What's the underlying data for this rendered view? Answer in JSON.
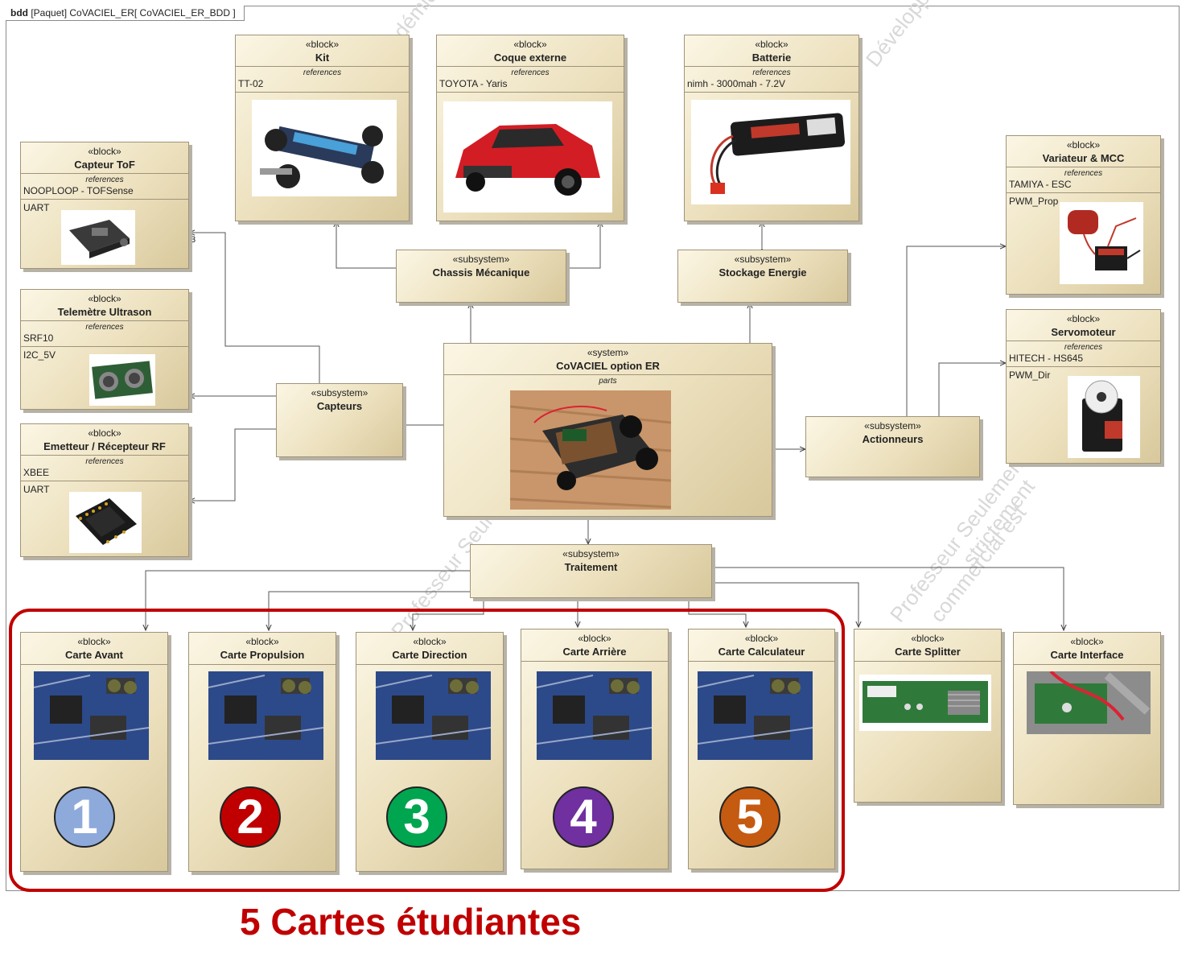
{
  "frame": {
    "kind": "bdd",
    "title": "[Paquet] CoVACIEL_ER[ CoVACIEL_ER_BDD ]"
  },
  "colors": {
    "accent": "#c00000",
    "block_fill": "#ece0bd",
    "block_border": "#a0947a"
  },
  "blocks": {
    "kit": {
      "stereo": "«block»",
      "name": "Kit",
      "compartment": "references",
      "value": "TT-02",
      "icon": "rc-chassis-photo"
    },
    "coque": {
      "stereo": "«block»",
      "name": "Coque externe",
      "compartment": "references",
      "value": "TOYOTA - Yaris",
      "icon": "red-car-photo"
    },
    "batterie": {
      "stereo": "«block»",
      "name": "Batterie",
      "compartment": "references",
      "value": "nimh - 3000mah - 7.2V",
      "icon": "battery-pack-photo"
    },
    "tof": {
      "stereo": "«block»",
      "name": "Capteur ToF",
      "compartment": "references",
      "value": "NOOPLOOP - TOFSense",
      "port": "UART",
      "icon": "tof-sensor-photo"
    },
    "ultrason": {
      "stereo": "«block»",
      "name": "Telemètre Ultrason",
      "compartment": "references",
      "value": "SRF10",
      "port": "I2C_5V",
      "icon": "ultrasonic-sensor-photo"
    },
    "rf": {
      "stereo": "«block»",
      "name": "Emetteur / Récepteur RF",
      "compartment": "references",
      "value": "XBEE",
      "port": "UART",
      "icon": "rf-module-photo"
    },
    "variateur": {
      "stereo": "«block»",
      "name": "Variateur & MCC",
      "compartment": "references",
      "value": "TAMIYA - ESC",
      "port": "PWM_Prop",
      "icon": "motor-esc-photo"
    },
    "servo": {
      "stereo": "«block»",
      "name": "Servomoteur",
      "compartment": "references",
      "value": "HITECH - HS645",
      "port": "PWM_Dir",
      "icon": "servo-photo"
    },
    "avant": {
      "stereo": "«block»",
      "name": "Carte Avant",
      "icon": "pcb-photo"
    },
    "propulsion": {
      "stereo": "«block»",
      "name": "Carte Propulsion",
      "icon": "pcb-photo"
    },
    "direction": {
      "stereo": "«block»",
      "name": "Carte Direction",
      "icon": "pcb-photo"
    },
    "arriere": {
      "stereo": "«block»",
      "name": "Carte Arrière",
      "icon": "pcb-photo"
    },
    "calculateur": {
      "stereo": "«block»",
      "name": "Carte Calculateur",
      "icon": "pcb-photo"
    },
    "splitter": {
      "stereo": "«block»",
      "name": "Carte Splitter",
      "icon": "splitter-board-photo"
    },
    "interface": {
      "stereo": "«block»",
      "name": "Carte Interface",
      "icon": "interface-board-photo"
    }
  },
  "subsystems": {
    "chassis": {
      "stereo": "«subsystem»",
      "name": "Chassis Mécanique"
    },
    "stockage": {
      "stereo": "«subsystem»",
      "name": "Stockage Energie"
    },
    "capteurs": {
      "stereo": "«subsystem»",
      "name": "Capteurs"
    },
    "actionneurs": {
      "stereo": "«subsystem»",
      "name": "Actionneurs"
    },
    "traitement": {
      "stereo": "«subsystem»",
      "name": "Traitement"
    }
  },
  "system": {
    "stereo": "«system»",
    "name": "CoVACIEL option ER",
    "compartment": "parts",
    "icon": "robot-car-photo"
  },
  "multiplicity": {
    "tof": "3"
  },
  "badges": [
    {
      "label": "1",
      "color": "#8eaadb"
    },
    {
      "label": "2",
      "color": "#c00000"
    },
    {
      "label": "3",
      "color": "#00a550"
    },
    {
      "label": "4",
      "color": "#7030a0"
    },
    {
      "label": "5",
      "color": "#c55a11"
    }
  ],
  "caption": "5 Cartes étudiantes",
  "watermark": [
    "Professeur Seulement",
    "strictement",
    "commercial est",
    "Développement",
    "Académique"
  ]
}
